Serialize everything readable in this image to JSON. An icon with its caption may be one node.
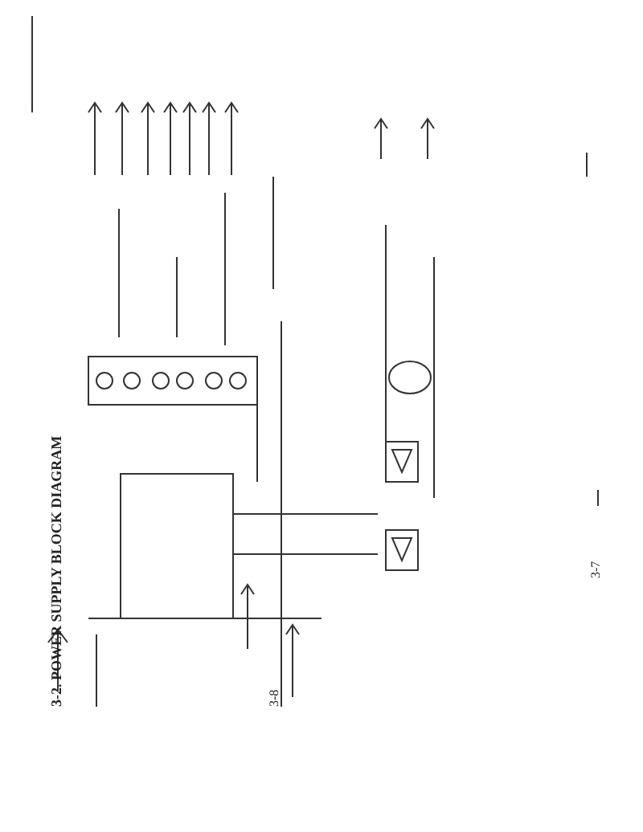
{
  "diagram": {
    "title": "3-2. POWER SUPPLY BLOCK DIAGRAM",
    "labels": [
      "3-8",
      "3-7"
    ]
  }
}
